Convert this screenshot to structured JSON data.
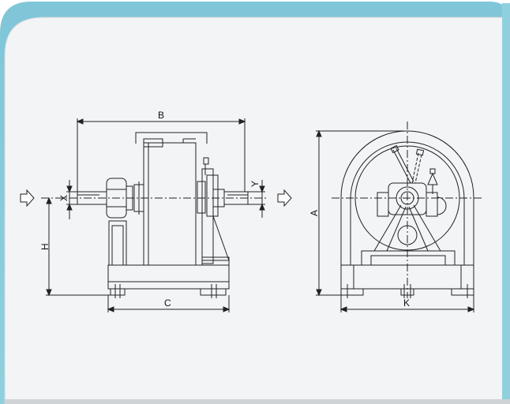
{
  "labels": {
    "B": "B",
    "C": "C",
    "H": "H",
    "X": "X",
    "Y": "Y",
    "A": "A",
    "K": "K"
  },
  "colors": {
    "accent": "#86c9d9",
    "card": "#f3f4f6",
    "line": "#222222"
  }
}
